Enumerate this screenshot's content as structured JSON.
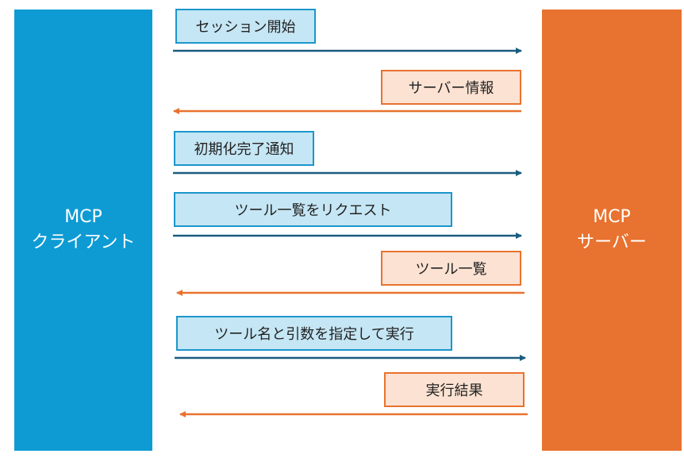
{
  "client": {
    "line1": "MCP",
    "line2": "クライアント",
    "color": "#0e9bd4"
  },
  "server": {
    "line1": "MCP",
    "line2": "サーバー",
    "color": "#e8722f"
  },
  "messages": [
    {
      "label": "セッション開始",
      "direction": "client-to-server"
    },
    {
      "label": "サーバー情報",
      "direction": "server-to-client"
    },
    {
      "label": "初期化完了通知",
      "direction": "client-to-server"
    },
    {
      "label": "ツール一覧をリクエスト",
      "direction": "client-to-server"
    },
    {
      "label": "ツール一覧",
      "direction": "server-to-client"
    },
    {
      "label": "ツール名と引数を指定して実行",
      "direction": "client-to-server"
    },
    {
      "label": "実行結果",
      "direction": "server-to-client"
    }
  ],
  "colors": {
    "request_arrow": "#1a5c80",
    "response_arrow": "#e8722f"
  }
}
